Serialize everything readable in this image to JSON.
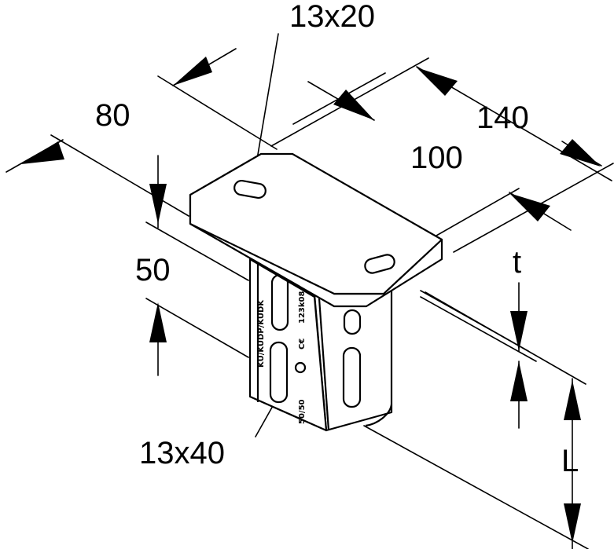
{
  "dimensions": {
    "slot_top": "13x20",
    "width_80": "80",
    "length_140": "140",
    "length_100": "100",
    "height_50": "50",
    "slot_side": "13x40",
    "thickness": "t",
    "length_var": "L"
  },
  "profile_markings": {
    "type_text": "KU/KUDP/KUDK",
    "size_text": "50/50",
    "ce_text": "C€",
    "code_text": "123k08"
  }
}
